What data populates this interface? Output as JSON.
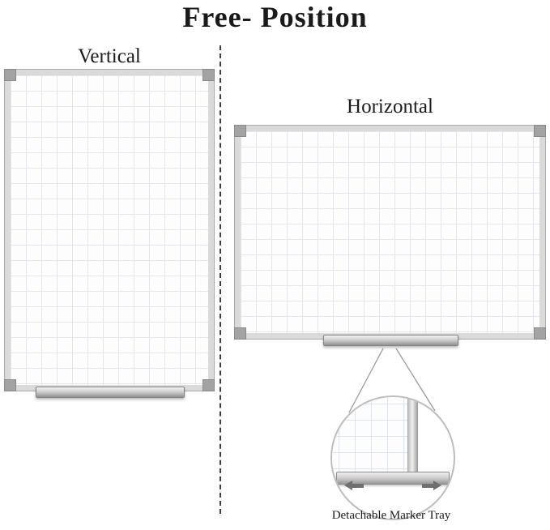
{
  "title": "Free- Position",
  "sections": {
    "vertical": {
      "label": "Vertical"
    },
    "horizontal": {
      "label": "Horizontal"
    }
  },
  "callout": {
    "caption": "Detachable Marker Tray"
  },
  "icons": {
    "corner_cap": "gray square mounting cap",
    "left_arrow": "triangle-left slide arrow",
    "right_arrow": "triangle-right slide arrow"
  },
  "colors": {
    "frame_silver": "#dadada",
    "grid_line": "#e3e7ec",
    "tray_gray": "#a9a9a9",
    "arrow_gray": "#6f6f6f",
    "divider_dark": "#3c3c3c",
    "text_black": "#1a1a1a"
  }
}
